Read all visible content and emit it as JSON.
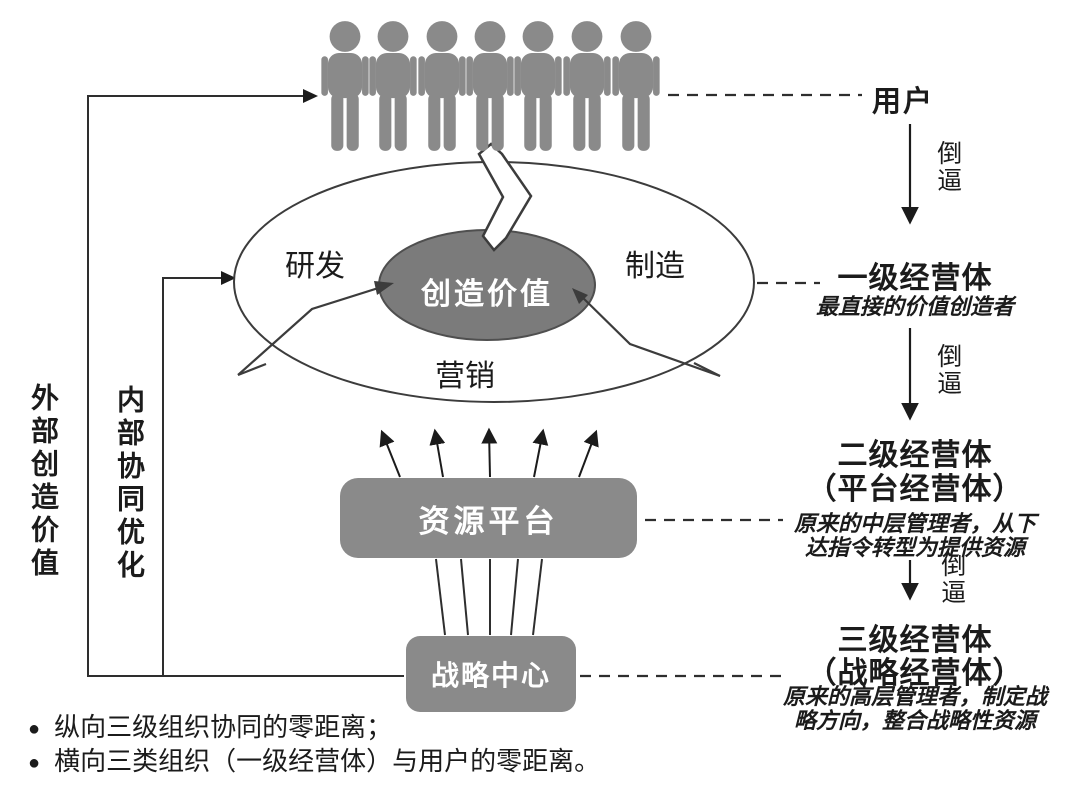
{
  "right_column": {
    "user": "用户",
    "force": "倒逼",
    "level1_title": "一级经营体",
    "level1_desc": "最直接的价值创造者",
    "level2_title": "二级经营体",
    "level2_title2": "（平台经营体）",
    "level2_desc1": "原来的中层管理者，从下",
    "level2_desc2": "达指令转型为提供资源",
    "level3_title": "三级经营体",
    "level3_title2": "（战略经营体）",
    "level3_desc1": "原来的高层管理者，制定战",
    "level3_desc2": "略方向，整合战略性资源"
  },
  "left_labels": {
    "outer": "外部创造价值",
    "inner": "内部协同优化"
  },
  "ellipse": {
    "core": "创造价值",
    "rnd": "研发",
    "manufacturing": "制造",
    "marketing": "营销"
  },
  "platforms": {
    "resource": "资源平台",
    "strategy": "战略中心"
  },
  "bullets": {
    "marker": "●",
    "item1": "纵向三级组织协同的零距离；",
    "item2": "横向三类组织（一级经营体）与用户的零距离。"
  },
  "icons": {
    "person": "person-icon"
  },
  "colors": {
    "shape_gray": "#8a8a8a",
    "core_gray": "#7b7b7b",
    "line_dark": "#2e2e2e",
    "text_white": "#ffffff"
  }
}
